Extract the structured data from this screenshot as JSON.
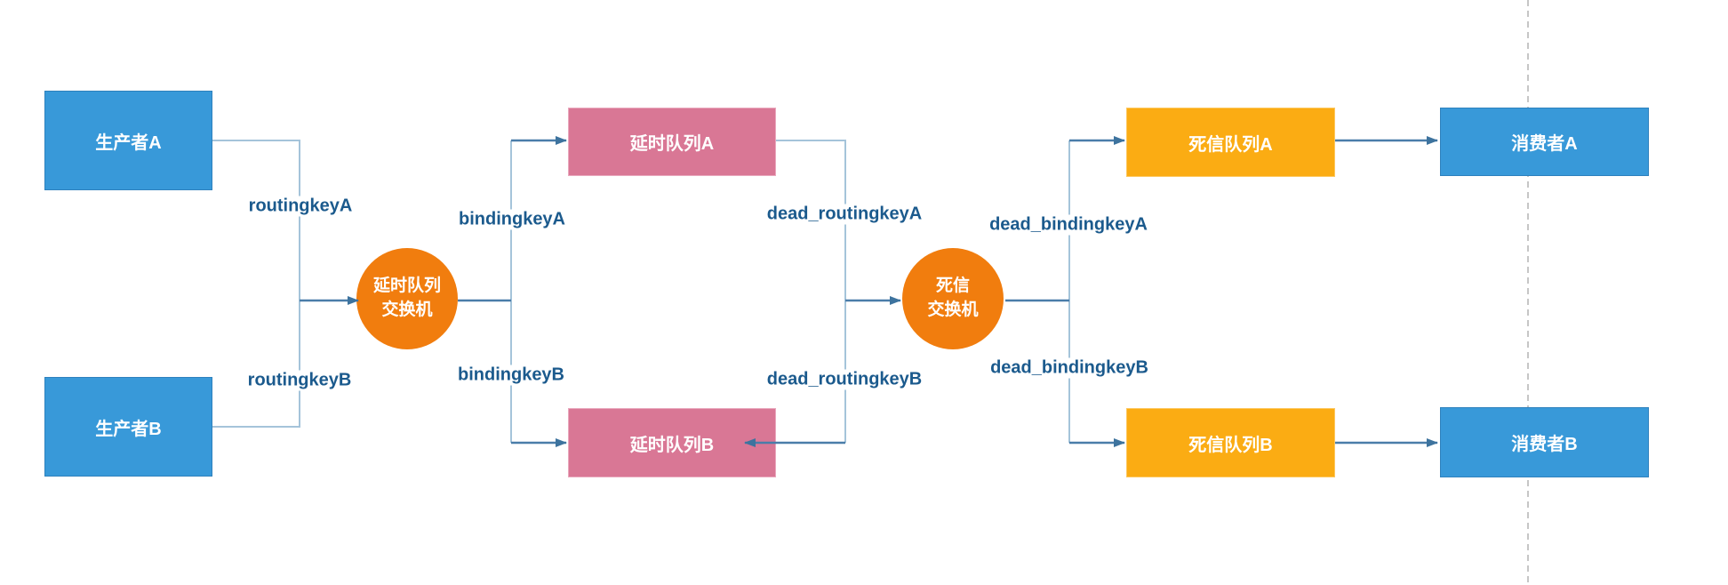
{
  "diagram": {
    "nodes": {
      "producer_a": {
        "label": "生产者A"
      },
      "producer_b": {
        "label": "生产者B"
      },
      "delay_exchange": {
        "label": "延时队列\n交换机"
      },
      "delay_queue_a": {
        "label": "延时队列A"
      },
      "delay_queue_b": {
        "label": "延时队列B"
      },
      "dead_exchange": {
        "label": "死信\n交换机"
      },
      "dead_queue_a": {
        "label": "死信队列A"
      },
      "dead_queue_b": {
        "label": "死信队列B"
      },
      "consumer_a": {
        "label": "消费者A"
      },
      "consumer_b": {
        "label": "消费者B"
      }
    },
    "edge_labels": {
      "routingkey_a": "routingkeyA",
      "routingkey_b": "routingkeyB",
      "bindingkey_a": "bindingkeyA",
      "bindingkey_b": "bindingkeyB",
      "dead_routingkey_a": "dead_routingkeyA",
      "dead_routingkey_b": "dead_routingkeyB",
      "dead_bindingkey_a": "dead_bindingkeyA",
      "dead_bindingkey_b": "dead_bindingkeyB"
    },
    "colors": {
      "producer_consumer_fill": "#3899d9",
      "delay_queue_fill": "#d97795",
      "dead_queue_fill": "#fbac13",
      "exchange_fill": "#f17d0e",
      "connector_light": "#a5c4da",
      "connector_dark": "#4a7da9",
      "edge_label_text": "#1b5a8d",
      "node_text": "#ffffff",
      "page_divider": "#b3b3b3"
    }
  }
}
